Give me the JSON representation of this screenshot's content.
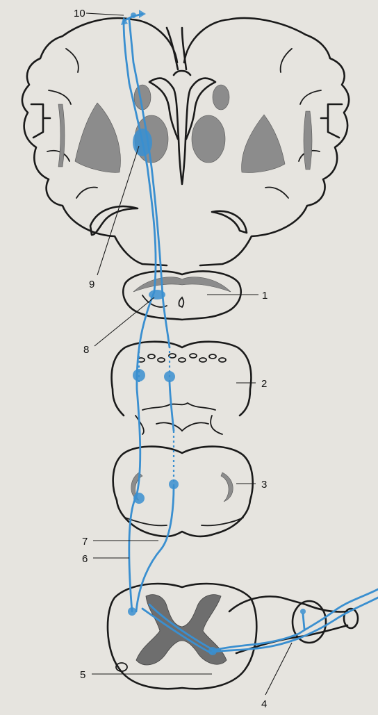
{
  "callouts": {
    "c1": "1",
    "c2": "2",
    "c3": "3",
    "c4": "4",
    "c5": "5",
    "c6": "6",
    "c7": "7",
    "c8": "8",
    "c9": "9",
    "c10": "10"
  },
  "colors": {
    "tract": "#3a8fd0",
    "outline": "#1a1a1a",
    "gray_matter": "#8c8c8c",
    "paper": "#e6e4df"
  }
}
